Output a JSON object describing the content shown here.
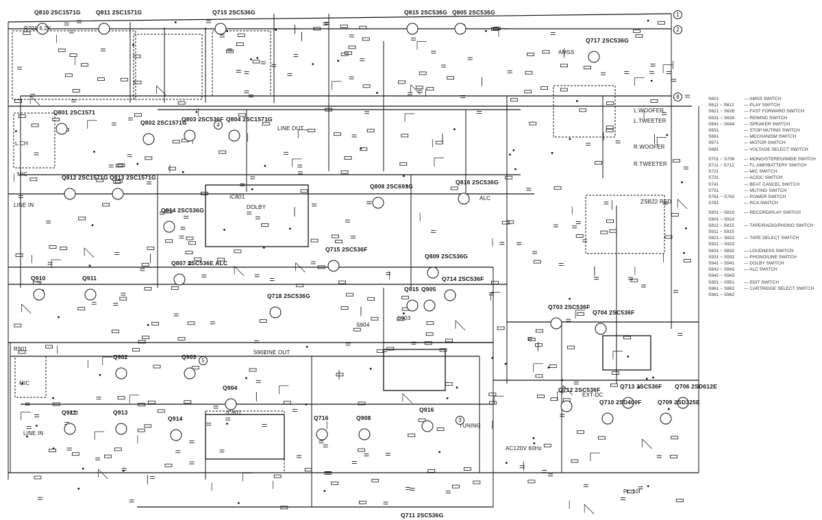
{
  "transistors": [
    {
      "ref": "Q810",
      "type": "2SC1571G"
    },
    {
      "ref": "Q811",
      "type": "2SC1571G"
    },
    {
      "ref": "Q715",
      "type": "2SC536G"
    },
    {
      "ref": "Q815",
      "type": "2SC536G"
    },
    {
      "ref": "Q805",
      "type": "2SC536G"
    },
    {
      "ref": "Q717",
      "type": "2SC536G"
    },
    {
      "ref": "Q801",
      "type": "2SC1571"
    },
    {
      "ref": "Q802",
      "type": "2SC1571G"
    },
    {
      "ref": "Q803",
      "type": "2SC536F"
    },
    {
      "ref": "Q804",
      "type": "2SC1571G"
    },
    {
      "ref": "Q812",
      "type": "2SC1571G"
    },
    {
      "ref": "Q813",
      "type": "2SC1571G"
    },
    {
      "ref": "Q814",
      "type": "2SC536G"
    },
    {
      "ref": "Q807",
      "type": "2SC536E ALC"
    },
    {
      "ref": "Q808",
      "type": "2SC693G"
    },
    {
      "ref": "Q809",
      "type": "2SC536G"
    },
    {
      "ref": "Q816",
      "type": "2SC536G"
    },
    {
      "ref": "Q714",
      "type": "2SC536F"
    },
    {
      "ref": "Q715",
      "type": "2SC536F"
    },
    {
      "ref": "Q718",
      "type": "2SC536G"
    },
    {
      "ref": "Q910",
      "type": ""
    },
    {
      "ref": "Q911",
      "type": ""
    },
    {
      "ref": "Q915",
      "type": ""
    },
    {
      "ref": "Q905",
      "type": ""
    },
    {
      "ref": "Q703",
      "type": "2SC536F"
    },
    {
      "ref": "Q704",
      "type": "2SC536F"
    },
    {
      "ref": "Q902",
      "type": ""
    },
    {
      "ref": "Q903",
      "type": ""
    },
    {
      "ref": "Q904",
      "type": ""
    },
    {
      "ref": "Q712",
      "type": "2SC536F"
    },
    {
      "ref": "Q713",
      "type": "2SC536F"
    },
    {
      "ref": "Q706",
      "type": "2SD612E"
    },
    {
      "ref": "Q710",
      "type": "2SD400F"
    },
    {
      "ref": "Q709",
      "type": "2SD325E"
    },
    {
      "ref": "Q912",
      "type": ""
    },
    {
      "ref": "Q913",
      "type": ""
    },
    {
      "ref": "Q914",
      "type": ""
    },
    {
      "ref": "Q916",
      "type": ""
    },
    {
      "ref": "Q716",
      "type": ""
    },
    {
      "ref": "Q908",
      "type": ""
    },
    {
      "ref": "Q711",
      "type": "2SC536G"
    }
  ],
  "labels": [
    "L.CH",
    "MIC",
    "LINE IN",
    "LINE OUT",
    "LINE OUT",
    "MIC",
    "LINE IN",
    "IC801",
    "IC901",
    "L.WOOFER",
    "L.TWEETER",
    "R.WOOFER",
    "R.TWEETER",
    "ZSB22 RED",
    "AC120V 60Hz",
    "PL-10I",
    "TUNING",
    "ALC",
    "EXT-DC",
    "DOLBY",
    "R701 6.2K",
    "R901",
    "S902",
    "S903",
    "S904",
    "AMSS"
  ],
  "connectors": [
    "1",
    "2",
    "8",
    "3",
    "4",
    "5"
  ],
  "legend": [
    {
      "k": "S601",
      "v": "AMSS SWITCH"
    },
    {
      "k": "S611 ~ S612",
      "v": "PLAY SWITCH"
    },
    {
      "k": "S621 ~ S626",
      "v": "FAST FORWARD SWITCH"
    },
    {
      "k": "S631 ~ S634",
      "v": "REWIND SWITCH"
    },
    {
      "k": "S641 ~ S644",
      "v": "SPEAKER SWITCH"
    },
    {
      "k": "S651",
      "v": "STOP MUTING SWITCH"
    },
    {
      "k": "S661",
      "v": "MECHANISM SWITCH"
    },
    {
      "k": "S671",
      "v": "MOTOR SWITCH"
    },
    {
      "k": "S681",
      "v": "VOLTAGE SELECT SWITCH"
    },
    {
      "k": "S701 ~ S706",
      "v": "MONO/STEREO/WIDE SWITCH"
    },
    {
      "k": "S711 ~ S712",
      "v": "FL.AMP/BATTERY SWITCH"
    },
    {
      "k": "S721",
      "v": "MIC SWITCH"
    },
    {
      "k": "S731",
      "v": "AC/DC SWITCH"
    },
    {
      "k": "S741",
      "v": "BEAT CANCEL SWITCH"
    },
    {
      "k": "S751",
      "v": "MUTING SWITCH"
    },
    {
      "k": "S761 ~ S762",
      "v": "POWER SWITCH"
    },
    {
      "k": "S781",
      "v": "RCA SWITCH"
    },
    {
      "k": "S801 ~ S810",
      "v": "RECORD/PLAY SWITCH"
    },
    {
      "k": "S901 ~ S910",
      "v": ""
    },
    {
      "k": "S811 ~ S815",
      "v": "TAPE/RADIO/PHONO SWITCH"
    },
    {
      "k": "S911 ~ S915",
      "v": ""
    },
    {
      "k": "S821 ~ S822",
      "v": "TAPE SELECT SWITCH"
    },
    {
      "k": "S921 ~ S922",
      "v": ""
    },
    {
      "k": "S831 ~ S832",
      "v": "LOUDNESS SWITCH"
    },
    {
      "k": "S931 ~ S932",
      "v": "PHONO/LINE SWITCH"
    },
    {
      "k": "S941 ~ S941",
      "v": "DOLBY SWITCH"
    },
    {
      "k": "S842 ~ S843",
      "v": "ALC SWITCH"
    },
    {
      "k": "S942 ~ S943",
      "v": ""
    },
    {
      "k": "S851 ~ S951",
      "v": "EDIT SWITCH"
    },
    {
      "k": "S861 ~ S862",
      "v": "CARTRIDGE SELECT SWITCH"
    },
    {
      "k": "S961 ~ S962",
      "v": ""
    }
  ]
}
